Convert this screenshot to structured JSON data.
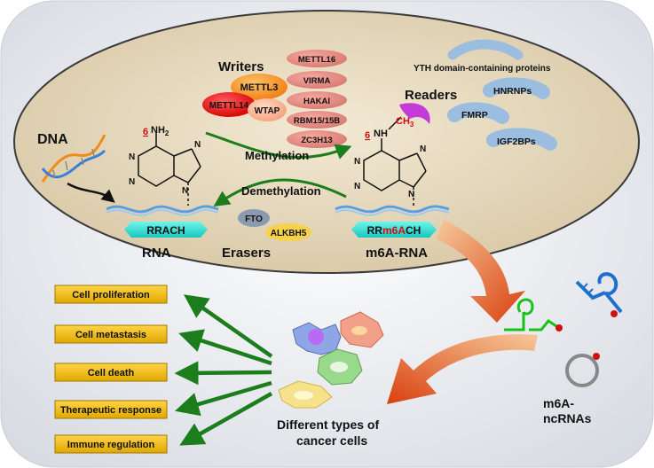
{
  "cell": {
    "dna": "DNA",
    "rna": "RNA",
    "m6a_rna": "m6A-RNA",
    "rrach": "RRACH",
    "rrm6ach_prefix": "RR",
    "rrm6ach_mid": "m6A",
    "rrm6ach_suffix": "CH",
    "writers_title": "Writers",
    "writers": [
      "METTL3",
      "METTL14",
      "WTAP"
    ],
    "writer_cofactors": [
      "METTL16",
      "VIRMA",
      "HAKAI",
      "RBM15/15B",
      "ZC3H13"
    ],
    "readers_title": "Readers",
    "readers": [
      "YTH domain-containing proteins",
      "HNRNPs",
      "FMRP",
      "IGF2BPs"
    ],
    "erasers_title": "Erasers",
    "erasers": [
      "FTO",
      "ALKBH5"
    ],
    "methylation": "Methylation",
    "demethylation": "Demethylation",
    "adenine_pos": "6",
    "nh2": "NH",
    "nh2_sub": "2",
    "nh": "NH",
    "ch3": "CH",
    "ch3_sub": "3",
    "ring_n": "N"
  },
  "ncrnas_label": "m6A-\nncRNAs",
  "ncrnas_line1": "m6A-",
  "ncrnas_line2": "ncRNAs",
  "cancer_label_1": "Different types of",
  "cancer_label_2": "cancer cells",
  "outcomes": [
    "Cell proliferation",
    "Cell metastasis",
    "Cell death",
    "Therapeutic response",
    "Immune regulation"
  ],
  "colors": {
    "cell_fill": "#e9dcc2",
    "outcome_box": "#f2b705",
    "arrow_green": "#1b7d1b",
    "rna_wave": "#5aa0e0"
  }
}
